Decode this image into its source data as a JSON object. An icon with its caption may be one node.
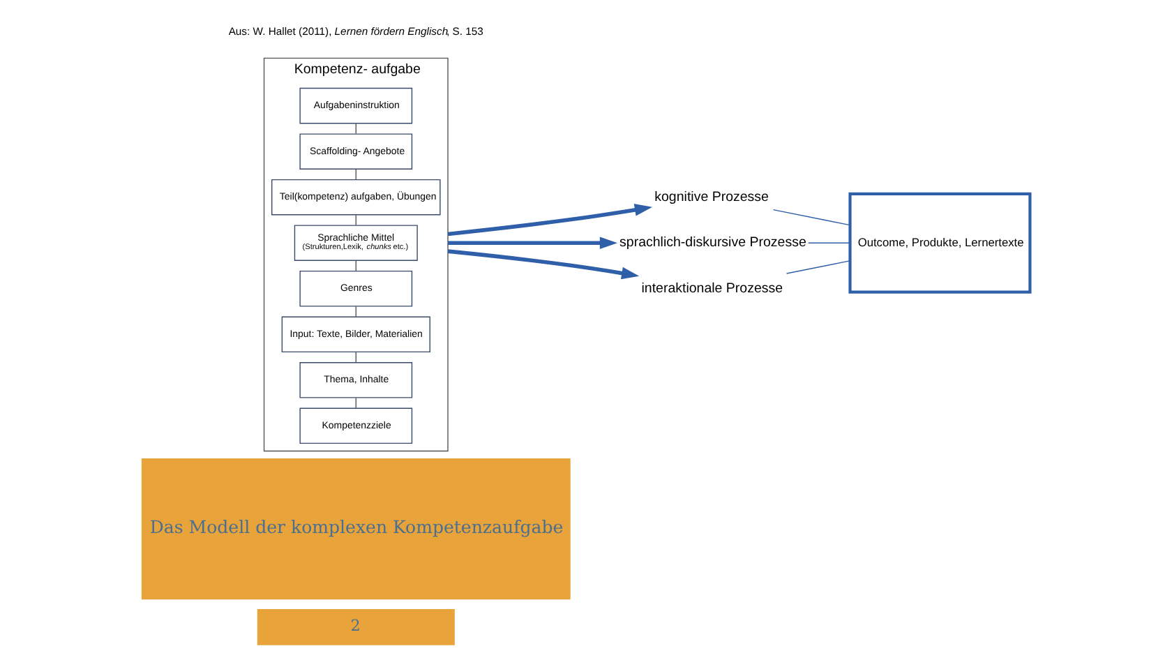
{
  "diagram": {
    "nodes": [
      {
        "text": [
          "2"
        ]
      },
      {
        "text": [
          "Das Modell der komplexen Kompetenzaufgabe"
        ]
      },
      {
        "text": [
          "Kompetenz- aufgabe"
        ]
      },
      {
        "text": [
          "Kompetenzziele"
        ],
        "in": 2
      },
      {
        "text": [
          "Thema, Inhalte"
        ],
        "in": 2
      },
      {
        "text": [
          "Input: Texte, Bilder, Materialien"
        ],
        "in": 2
      },
      {
        "text": [
          "Genres"
        ],
        "in": 2
      },
      {
        "text": [
          "Sprachliche Mittel",
          "(Strukturen,Lexik, *chunks* etc.)"
        ],
        "in": 2
      },
      {
        "text": [
          "Teil(kompetenz) aufgaben, Übungen"
        ],
        "in": 2
      },
      {
        "text": [
          "Scaffolding- Angebote"
        ],
        "in": 2
      },
      {
        "text": [
          "Aufgabeninstruktion"
        ],
        "in": 2
      },
      {
        "text": [
          "kognitive Prozesse"
        ]
      },
      {
        "text": [
          "sprachlich-diskursive Prozesse"
        ]
      },
      {
        "text": [
          "interaktionale Prozesse"
        ]
      },
      {
        "text": [
          "Outcome, Produkte, Lernertexte"
        ]
      }
    ],
    "edges": [
      {
        "from": 3,
        "to": 4,
        "arrow": "none"
      },
      {
        "from": 4,
        "to": 5,
        "arrow": "none"
      },
      {
        "from": 5,
        "to": 6,
        "arrow": "none"
      },
      {
        "from": 6,
        "to": 7,
        "arrow": "none"
      },
      {
        "from": 7,
        "to": 8,
        "arrow": "none"
      },
      {
        "from": 8,
        "to": 9,
        "arrow": "none"
      },
      {
        "from": 9,
        "to": 10,
        "arrow": "none"
      },
      {
        "from": 2,
        "to": 11,
        "arrow": "to",
        "style": "thick",
        "color": "#2f5fa8"
      },
      {
        "from": 2,
        "to": 12,
        "arrow": "to",
        "style": "thick",
        "color": "#2f5fa8"
      },
      {
        "from": 2,
        "to": 13,
        "arrow": "to",
        "style": "thick",
        "color": "#2f5fa8"
      },
      {
        "from": 11,
        "to": 14,
        "arrow": "none",
        "color": "#2f5fa8"
      },
      {
        "from": 12,
        "to": 14,
        "arrow": "none",
        "color": "#2f5fa8"
      },
      {
        "from": 13,
        "to": 14,
        "arrow": "none",
        "color": "#2f5fa8"
      }
    ],
    "labels": [
      "Aus: W. Hallet (2011), *Lernen fördern Englisch*, S. 153"
    ]
  }
}
